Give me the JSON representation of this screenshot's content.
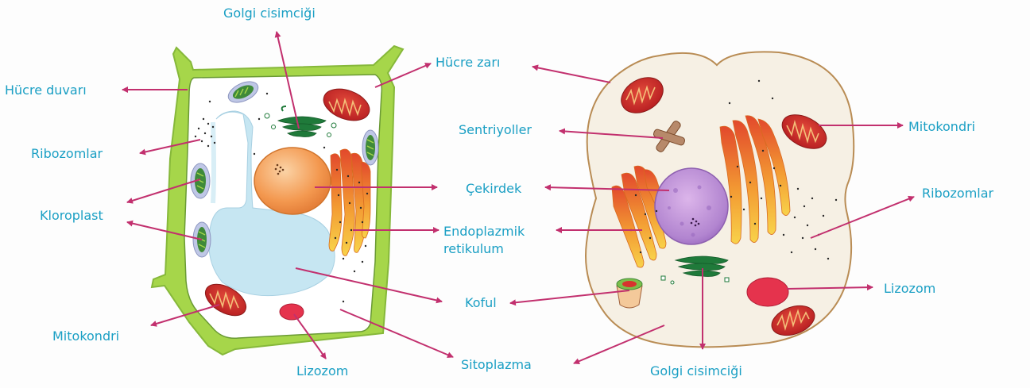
{
  "plant_cell": {
    "labels": {
      "golgi": "Golgi cisimciği",
      "cell_wall": "Hücre duvarı",
      "ribosomes": "Ribozomlar",
      "chloroplast": "Kloroplast",
      "mitochondrion": "Mitokondri",
      "lysosome": "Lizozom"
    }
  },
  "shared_labels": {
    "cell_membrane": "Hücre zarı",
    "centrioles": "Sentriyoller",
    "nucleus": "Çekirdek",
    "er_line1": "Endoplazmik",
    "er_line2": "retikulum",
    "vacuole": "Koful",
    "cytoplasm": "Sitoplazma"
  },
  "animal_cell": {
    "labels": {
      "mitochondrion": "Mitokondri",
      "ribosomes": "Ribozomlar",
      "lysosome": "Lizozom",
      "golgi": "Golgi cisimciği"
    }
  },
  "colors": {
    "label_text": "#1a9fc4",
    "pointer": "#c2306e",
    "cell_wall": "#a6d64a",
    "plant_cytoplasm": "#ffffff",
    "animal_cytoplasm": "#f6f0e4",
    "animal_membrane": "#b98c54",
    "vacuole": "#c6e6f2",
    "nucleus_plant": "#f39a52",
    "nucleus_animal": "#b98ad4",
    "mitochondrion": "#d8322e",
    "chloroplast": "#3f8a3a",
    "golgi": "#1f7a3a",
    "er": "#f3a534",
    "lysosome": "#e5334d"
  }
}
